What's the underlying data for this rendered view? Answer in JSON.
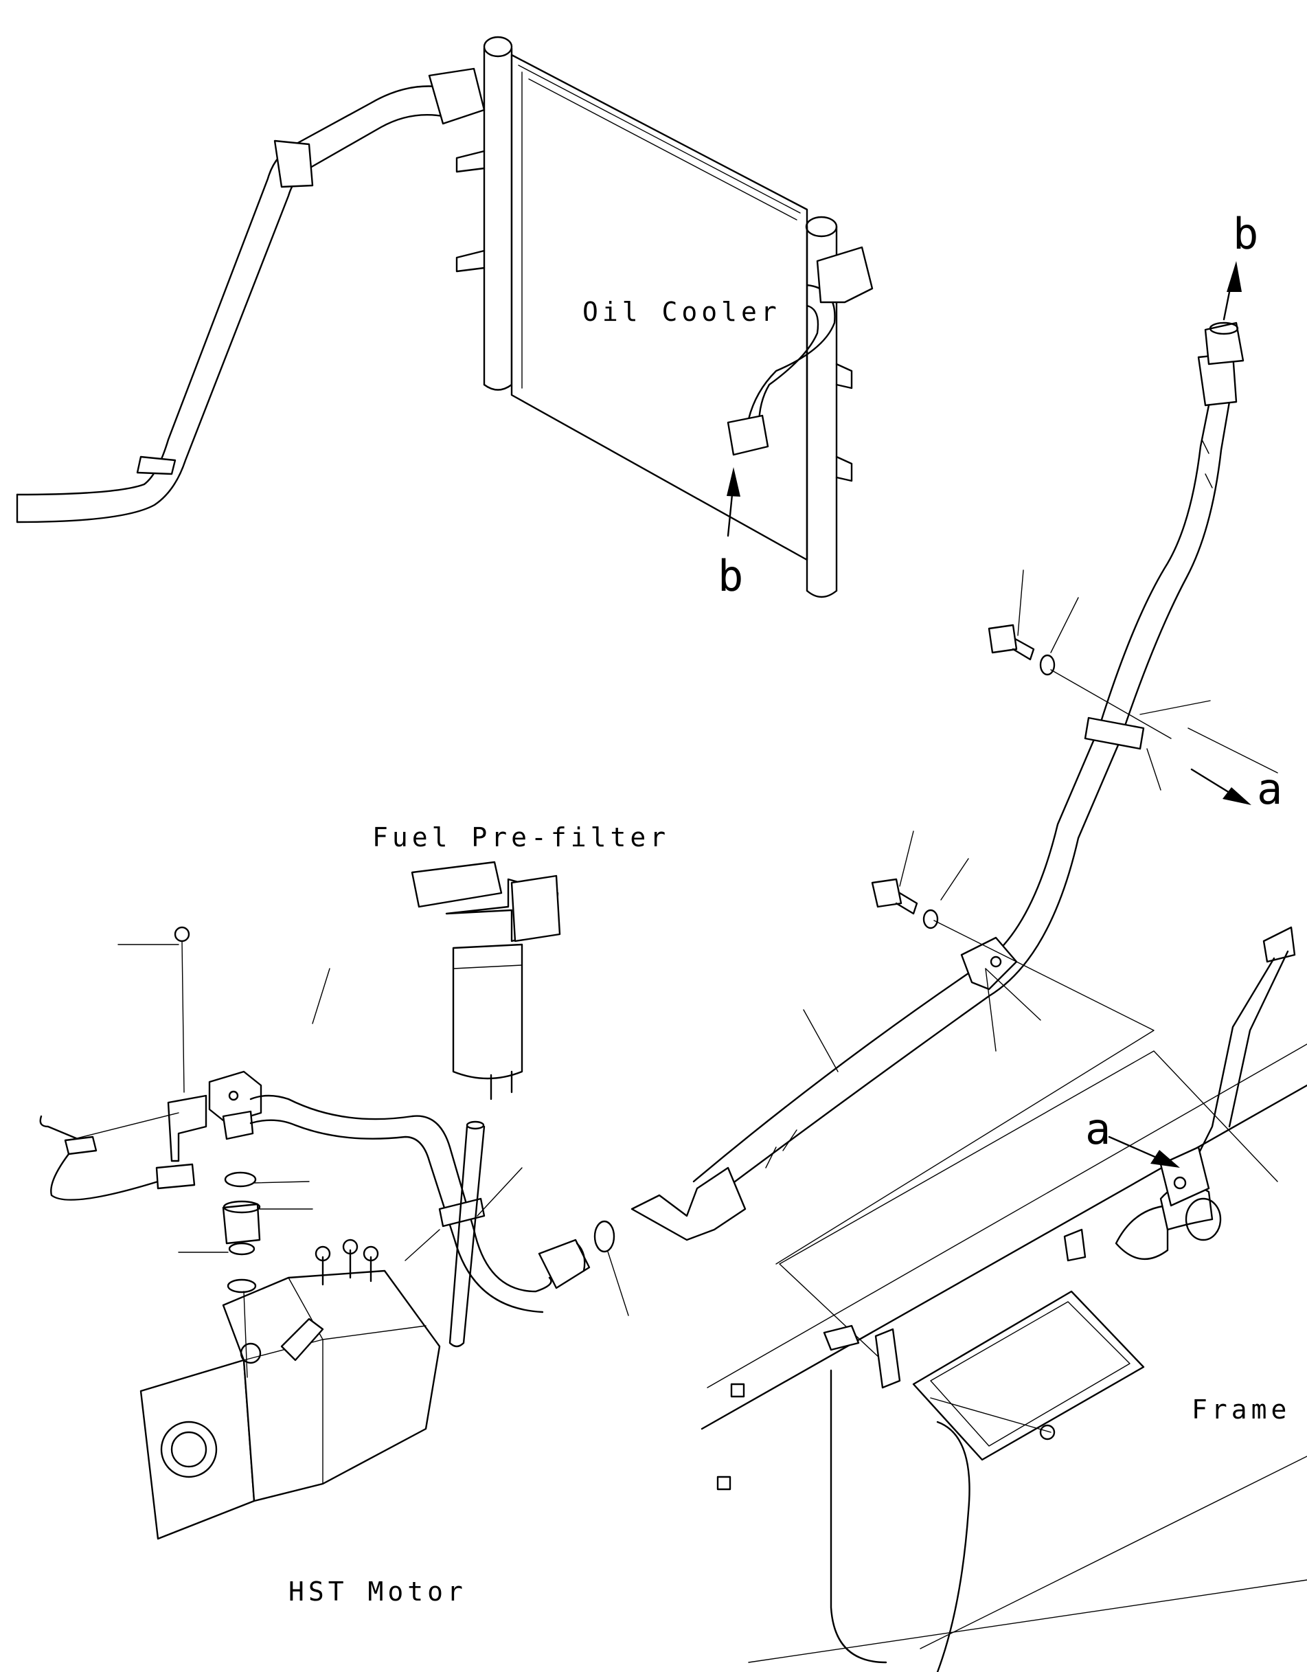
{
  "labels": {
    "oil_cooler": "Oil Cooler",
    "fuel_prefilter": "Fuel Pre-filter",
    "hst_motor": "HST Motor",
    "frame": "Frame"
  },
  "callouts": {
    "b_top": "b",
    "b_cooler": "b",
    "a_right": "a",
    "a_frame": "a"
  }
}
